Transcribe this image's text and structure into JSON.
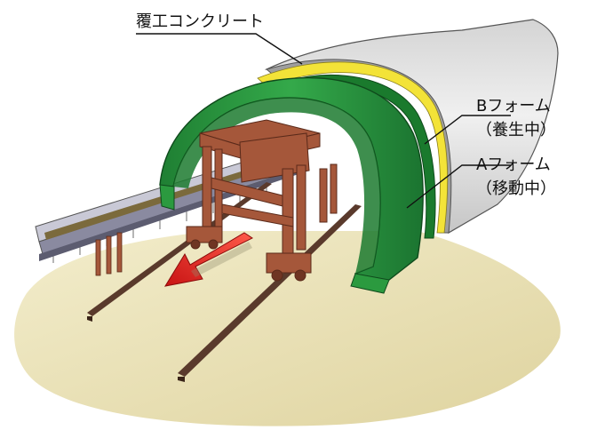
{
  "labels": {
    "lining_concrete": "覆工コンクリート",
    "form_b_name": "Bフォーム",
    "form_b_status": "（養生中）",
    "form_a_name": "Aフォーム",
    "form_a_status": "（移動中）"
  },
  "colors": {
    "ground": "#e9e1b4",
    "concrete": "#e2e2e2",
    "concrete_shadow": "#b9b9b9",
    "lining_band": "#f3e338",
    "form_green": "#2b9a3f",
    "form_green_dark": "#176a2a",
    "gantry": "#a5573a",
    "gantry_dark": "#6f3523",
    "rail": "#5a3a2c",
    "arrow": "#e21e1e"
  },
  "icons": {
    "direction": "arrow-left-down-icon"
  }
}
